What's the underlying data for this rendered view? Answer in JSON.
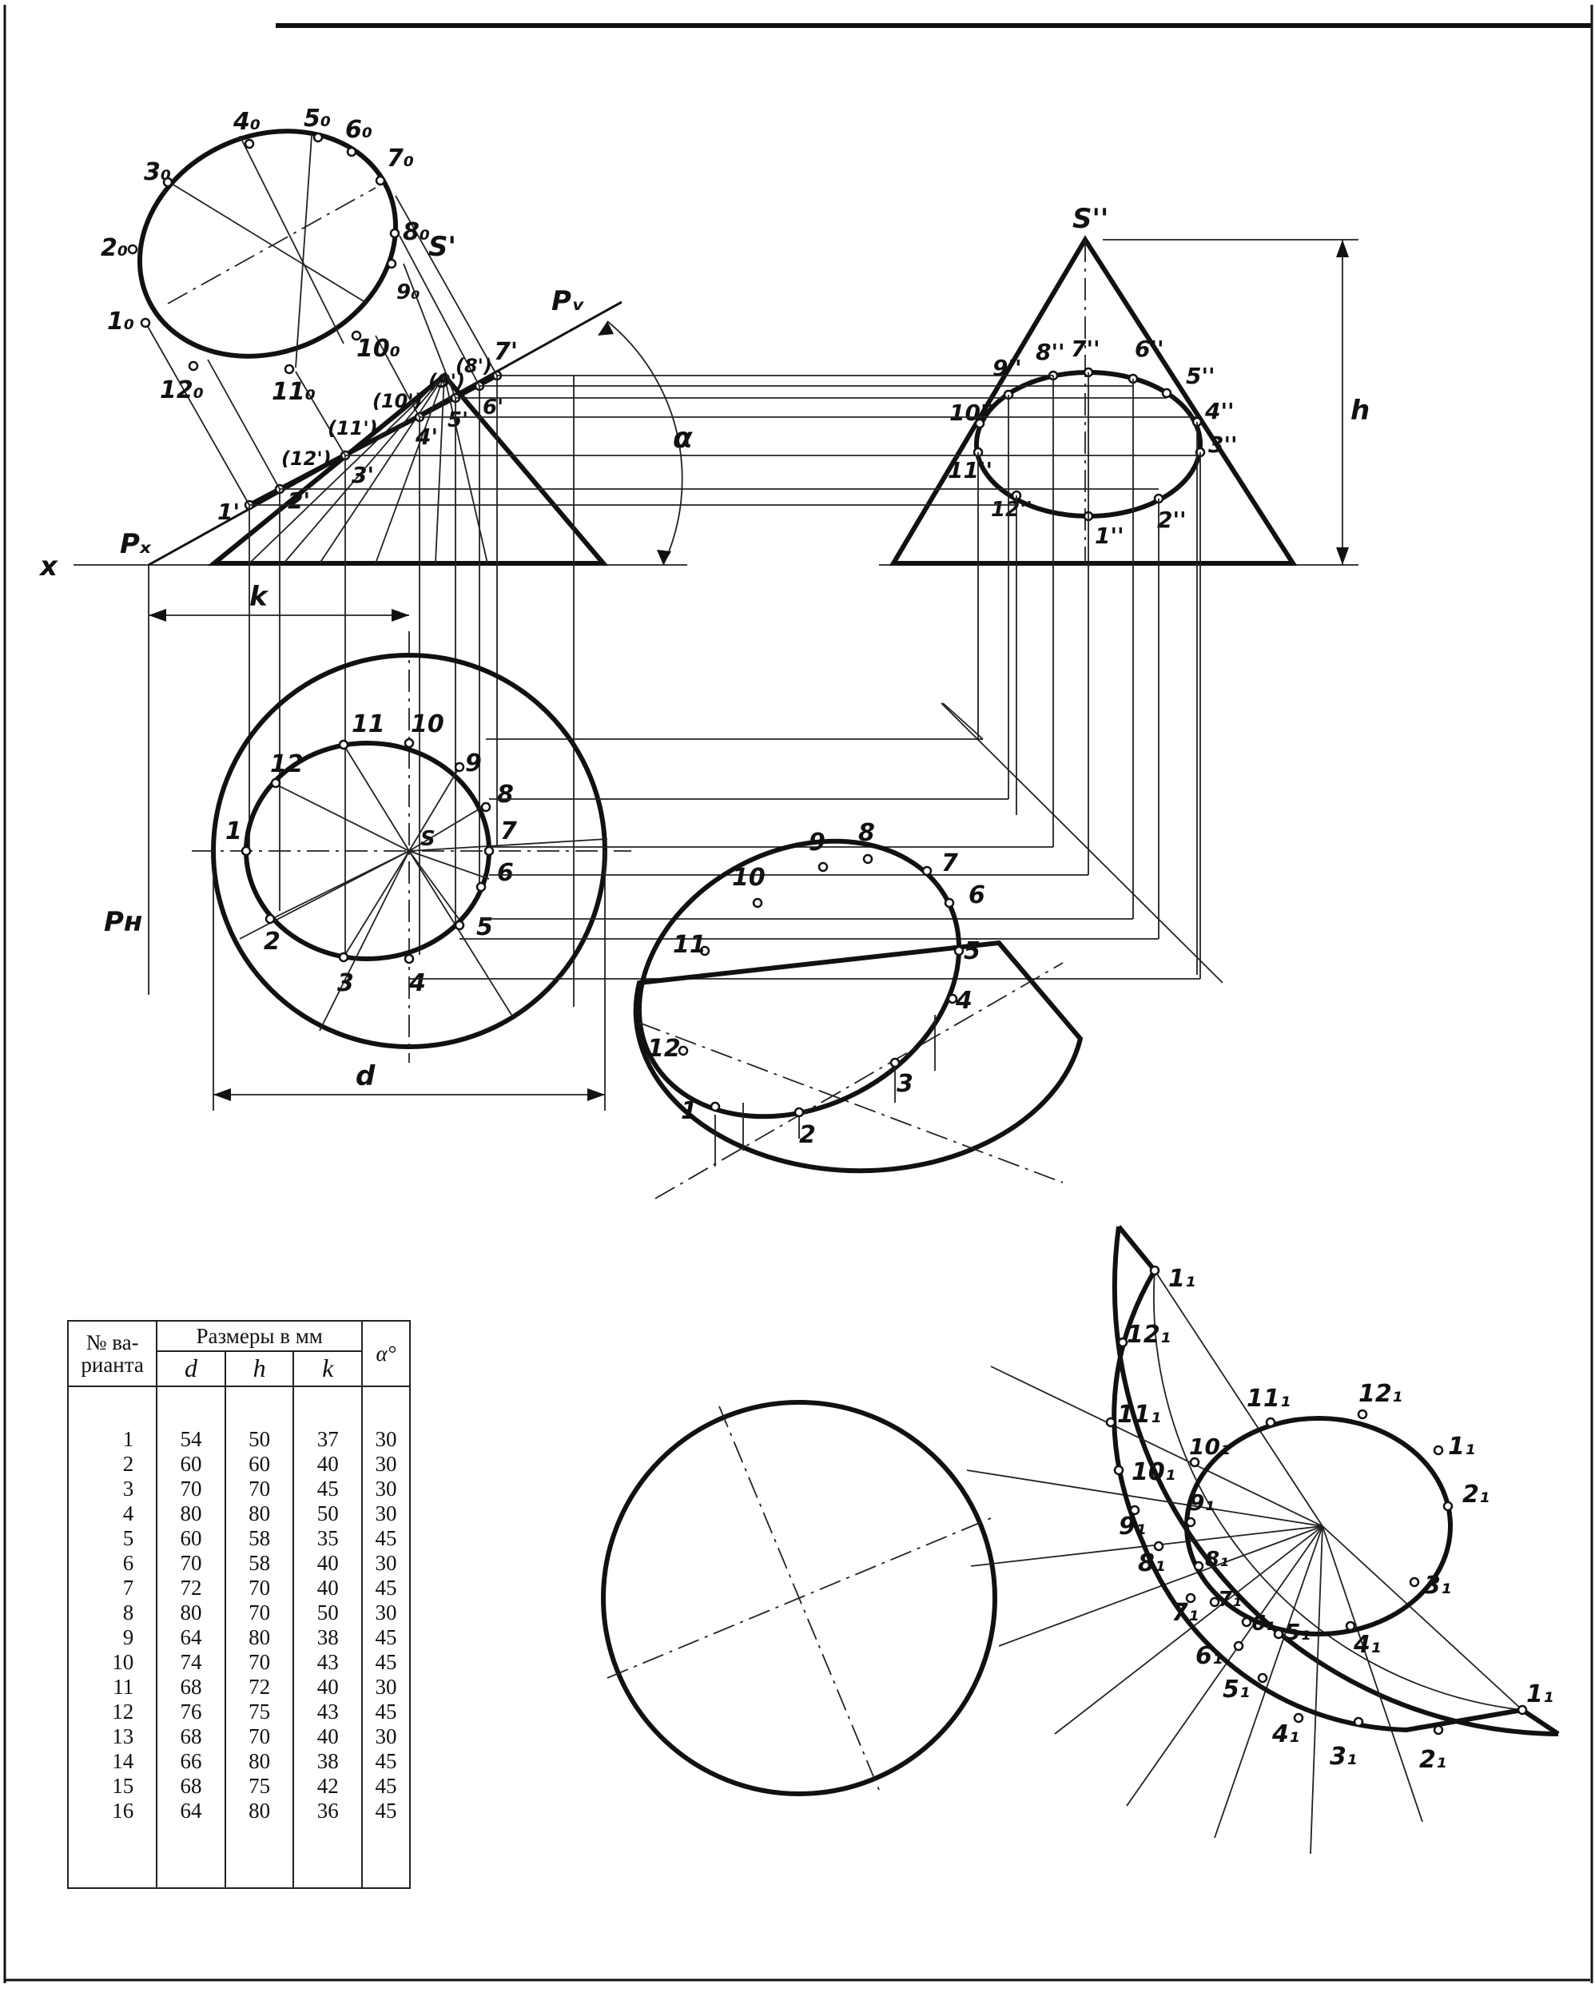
{
  "labels": {
    "true_points": [
      "1₀",
      "2₀",
      "3₀",
      "4₀",
      "5₀",
      "6₀",
      "7₀",
      "8₀",
      "9₀",
      "10₀",
      "11₀",
      "12₀"
    ],
    "front_points": [
      "1'",
      "2'",
      "3'",
      "4'",
      "5'",
      "6'",
      "7'",
      "(8')",
      "(9')",
      "(10')",
      "(11')",
      "(12')"
    ],
    "side_points": [
      "1''",
      "2''",
      "3''",
      "4''",
      "5''",
      "6''",
      "7''",
      "8''",
      "9''",
      "10''",
      "11''",
      "12''"
    ],
    "plan_points": [
      "1",
      "2",
      "3",
      "4",
      "5",
      "6",
      "7",
      "8",
      "9",
      "10",
      "11",
      "12"
    ],
    "iso_points": [
      "1",
      "2",
      "3",
      "4",
      "5",
      "6",
      "7",
      "8",
      "9",
      "10",
      "11",
      "12"
    ],
    "dev_outer": [
      "1₁",
      "12₁",
      "11₁",
      "10₁",
      "9₁",
      "8₁",
      "7₁",
      "6₁",
      "5₁",
      "4₁",
      "3₁",
      "2₁",
      "1₁"
    ],
    "dev_inner": [
      "1₁",
      "2₁",
      "3₁",
      "4₁",
      "5₁",
      "6₁",
      "7₁",
      "8₁",
      "9₁",
      "10₁",
      "11₁",
      "12₁"
    ],
    "apex_front": "S'",
    "apex_side": "S''",
    "apex_plan": "S",
    "plane_v": "Pᵥ",
    "plane_x": "Pₓ",
    "plane_h": "Pн",
    "axis": "x",
    "angle": "α",
    "dim_h": "h",
    "dim_k": "k",
    "dim_d": "d"
  },
  "table": {
    "col_variant": "№ ва-\nрианта",
    "col_sizes": "Размеры в мм",
    "col_d": "d",
    "col_h": "h",
    "col_k": "k",
    "col_alpha": "α°",
    "rows": [
      [
        "1",
        "54",
        "50",
        "37",
        "30"
      ],
      [
        "2",
        "60",
        "60",
        "40",
        "30"
      ],
      [
        "3",
        "70",
        "70",
        "45",
        "30"
      ],
      [
        "4",
        "80",
        "80",
        "50",
        "30"
      ],
      [
        "5",
        "60",
        "58",
        "35",
        "45"
      ],
      [
        "6",
        "70",
        "58",
        "40",
        "30"
      ],
      [
        "7",
        "72",
        "70",
        "40",
        "45"
      ],
      [
        "8",
        "80",
        "70",
        "50",
        "30"
      ],
      [
        "9",
        "64",
        "80",
        "38",
        "45"
      ],
      [
        "10",
        "74",
        "70",
        "43",
        "45"
      ],
      [
        "11",
        "68",
        "72",
        "40",
        "30"
      ],
      [
        "12",
        "76",
        "75",
        "43",
        "45"
      ],
      [
        "13",
        "68",
        "70",
        "40",
        "30"
      ],
      [
        "14",
        "66",
        "80",
        "38",
        "45"
      ],
      [
        "15",
        "68",
        "75",
        "42",
        "45"
      ],
      [
        "16",
        "64",
        "80",
        "36",
        "45"
      ]
    ]
  }
}
